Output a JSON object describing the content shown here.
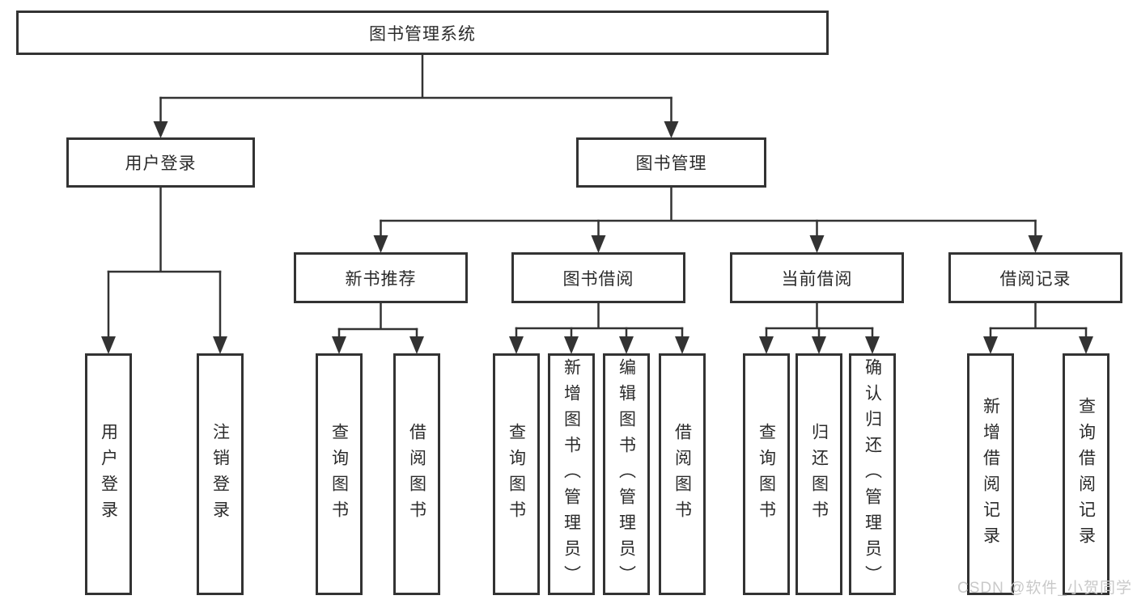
{
  "diagram": {
    "root": "图书管理系统",
    "user_branch": {
      "label": "用户登录",
      "leaves": [
        "用户登录",
        "注销登录"
      ]
    },
    "book_branch": {
      "label": "图书管理",
      "groups": [
        {
          "label": "新书推荐",
          "leaves": [
            "查询图书",
            "借阅图书"
          ]
        },
        {
          "label": "图书借阅",
          "leaves": [
            "查询图书",
            "新增图书（管理员）",
            "编辑图书（管理员）",
            "借阅图书"
          ]
        },
        {
          "label": "当前借阅",
          "leaves": [
            "查询图书",
            "归还图书",
            "确认归还（管理员）"
          ]
        },
        {
          "label": "借阅记录",
          "leaves": [
            "新增借阅记录",
            "查询借阅记录"
          ]
        }
      ]
    }
  },
  "watermark": {
    "text": "CSDN @软件_小贺同学"
  },
  "colors": {
    "line": "#333333",
    "box_border": "#333333",
    "text": "#2b2b2b",
    "watermark": "#c9c9c9",
    "background": "#ffffff"
  }
}
